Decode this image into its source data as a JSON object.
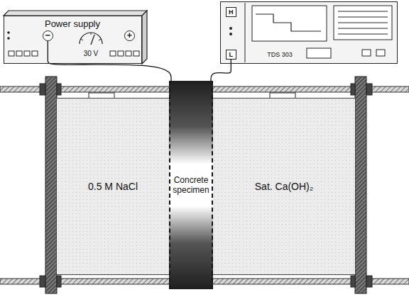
{
  "diagram": {
    "nodes": [
      {
        "text": [
          "Power supply"
        ]
      },
      {
        "text": [
          "−"
        ],
        "in": 0
      },
      {
        "text": [
          "+"
        ],
        "in": 0
      },
      {
        "text": [
          "TDS 303"
        ]
      },
      {
        "text": [
          "H"
        ],
        "in": 3
      },
      {
        "text": [
          "L"
        ],
        "in": 3
      },
      {
        "text": [
          "0.5 M NaCl"
        ]
      },
      {
        "text": [
          "Concrete specimen"
        ]
      },
      {
        "text": [
          "Sat. Ca(OH)₂"
        ]
      }
    ],
    "edges": [
      {
        "from": 1,
        "to": 7,
        "arrow": "none"
      },
      {
        "from": 5,
        "to": 7,
        "arrow": "none"
      }
    ],
    "labels": [
      "30 V"
    ]
  }
}
